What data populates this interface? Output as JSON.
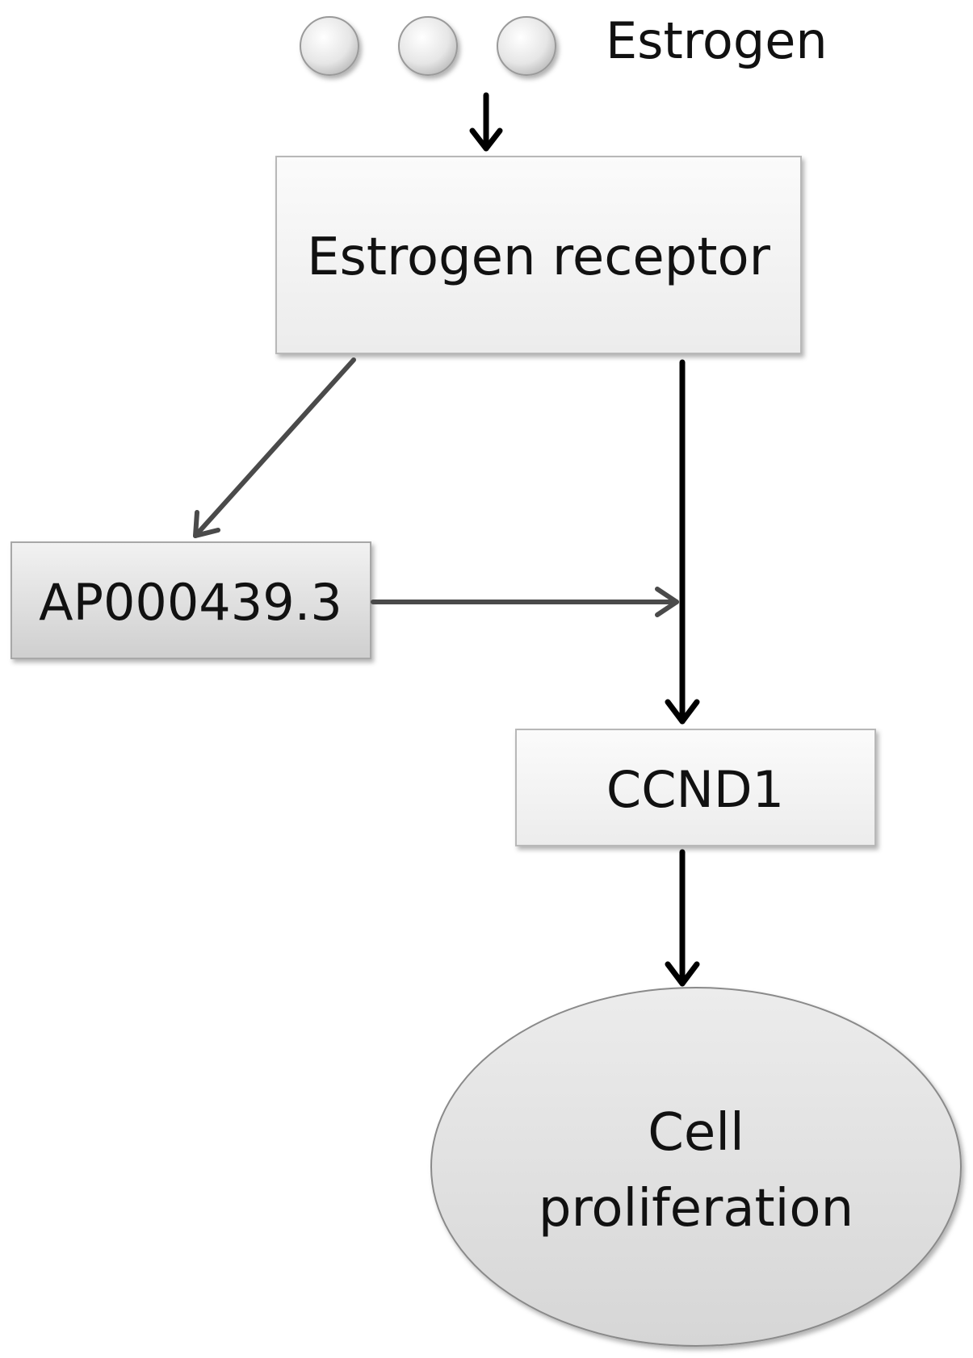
{
  "nodes": {
    "estrogen": {
      "label": "Estrogen"
    },
    "estrogen_receptor": {
      "label": "Estrogen receptor"
    },
    "ap000439": {
      "label": "AP000439.3"
    },
    "ccnd1": {
      "label": "CCND1"
    },
    "cell_proliferation": {
      "label_line1": "Cell",
      "label_line2": "proliferation"
    }
  },
  "edges": [
    {
      "from": "Estrogen",
      "to": "Estrogen receptor"
    },
    {
      "from": "Estrogen receptor",
      "to": "AP000439.3"
    },
    {
      "from": "Estrogen receptor",
      "to": "CCND1"
    },
    {
      "from": "AP000439.3",
      "to": "Estrogen receptor → CCND1 edge"
    },
    {
      "from": "CCND1",
      "to": "Cell proliferation"
    }
  ],
  "colors": {
    "box_fill_light": "#f4f4f4",
    "box_fill_dark": "#d8d8d8",
    "ellipse_fill": "#e2e2e2",
    "arrow_black": "#000000",
    "arrow_gray": "#4a4a4a"
  }
}
